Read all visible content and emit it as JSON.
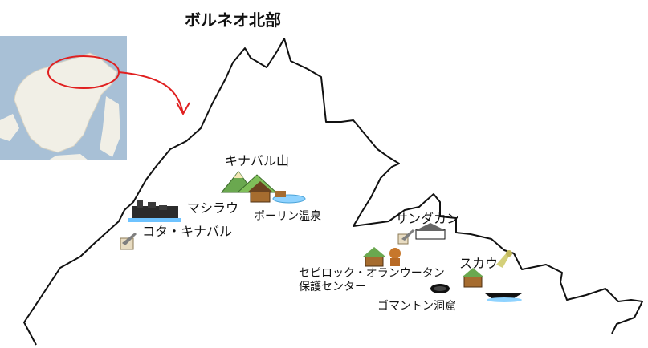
{
  "title": "ボルネオ北部",
  "inset": {
    "description_icon": "inset-map-of-borneo",
    "highlight_color": "#e02020",
    "arrow_color": "#e02020"
  },
  "places": {
    "kinabalu_mountain": "キナバル山",
    "mashiraw": "マシラウ",
    "poring": "ポーリン温泉",
    "kota_kinabalu": "コタ・キナバル",
    "sandakan": "サンダカン",
    "sepilok": "セピロック・オランウータン",
    "sepilok_line2": "保護センター",
    "sukau": "スカウ",
    "gomantong": "ゴマントン洞窟"
  },
  "colors": {
    "coastline": "#111111",
    "mountain_green": "#6aa84f",
    "water": "#8fd3ff",
    "map_sea": "#a8c0d6",
    "map_land": "#f1efe6"
  }
}
